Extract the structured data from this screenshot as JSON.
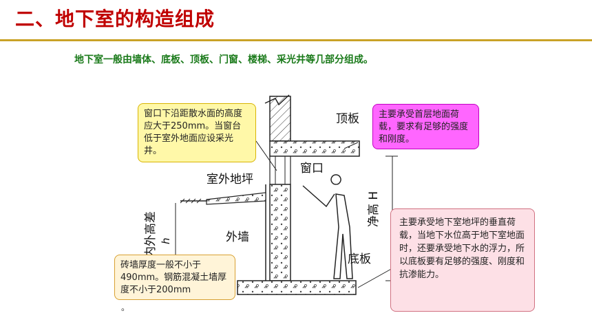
{
  "slide": {
    "title": "二、地下室的构造组成",
    "subtitle": "地下室一般由墙体、底板、顶板、门窗、楼梯、采光井等几部分组成。"
  },
  "diagram": {
    "labels": {
      "top_slab": "顶板",
      "window": "窗口",
      "outdoor_floor": "室外地坪",
      "exterior_wall": "外墙",
      "bottom_slab": "底板",
      "clear_height": "净高 H",
      "height_diff": "内外高差",
      "h": "h"
    }
  },
  "callouts": {
    "window_note": "窗口下沿距散水面的高度应大于250mm。当窗台低于室外地面应设采光井。",
    "top_slab_note": "主要承受首层地面荷载，要求有足够的强度和刚度。",
    "bottom_slab_note": "主要承受地下室地坪的垂直荷载，当地下水位高于地下室地面时，还要承受地下水的浮力，所以底板要有足够的强度、刚度和抗渗能力。",
    "wall_note": "砖墙厚度一般不小于490mm。钢筋混凝土墙厚度不小于200mm",
    "wall_note_tail": "。"
  },
  "colors": {
    "title": "#c00000",
    "rule": "#c9a227",
    "subtitle": "#1a7a1a",
    "callout_yellow": "#fff8a8",
    "callout_magenta": "#ff66ff",
    "callout_pink": "#fde0e6",
    "callout_cream": "#fff4d8"
  }
}
